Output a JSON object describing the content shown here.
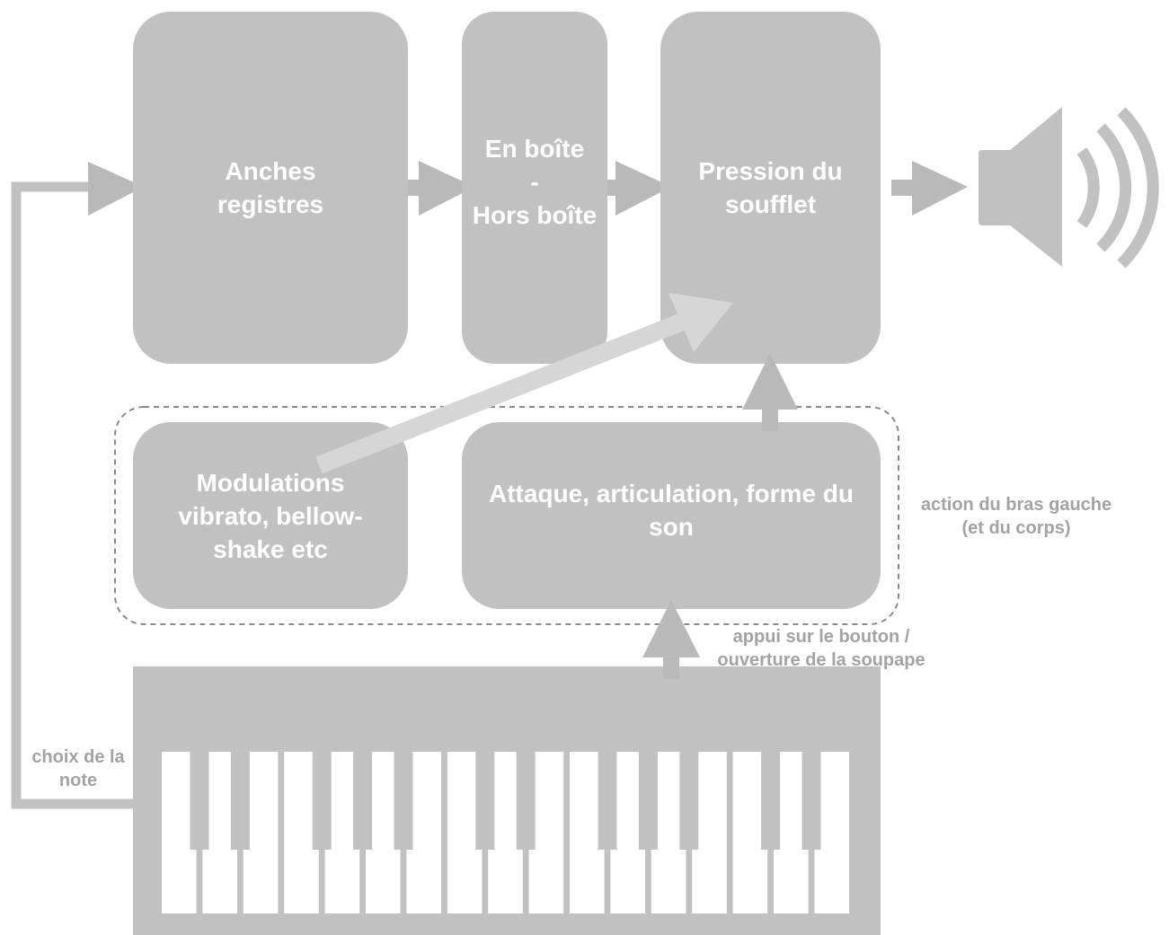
{
  "boxes": {
    "reeds": {
      "line1": "Anches",
      "line2": "registres"
    },
    "box_toggle": {
      "line1": "En boîte",
      "line2": "-",
      "line3": "Hors boîte"
    },
    "bellows_pressure": {
      "line1": "Pression du",
      "line2": "soufflet"
    },
    "modulations": {
      "line1": "Modulations",
      "line2": "vibrato, bellow-",
      "line3": "shake etc"
    },
    "attack": {
      "line1": "Attaque, articulation, forme du",
      "line2": "son"
    }
  },
  "labels": {
    "left_arm": {
      "line1": "action du bras gauche",
      "line2": "(et du corps)"
    },
    "button_press": {
      "line1": "appui sur le bouton /",
      "line2": "ouverture de la soupape"
    },
    "note_choice": {
      "line1": "choix de la",
      "line2": "note"
    }
  },
  "colors": {
    "block": "#c1c1c1",
    "arrow": "#b9b9b9",
    "light_arrow": "#d6d6d6",
    "label_text": "#a3a3a3",
    "keys": "#ffffff"
  },
  "icons": {
    "speaker": "speaker-icon",
    "keyboard": "keyboard-icon"
  }
}
